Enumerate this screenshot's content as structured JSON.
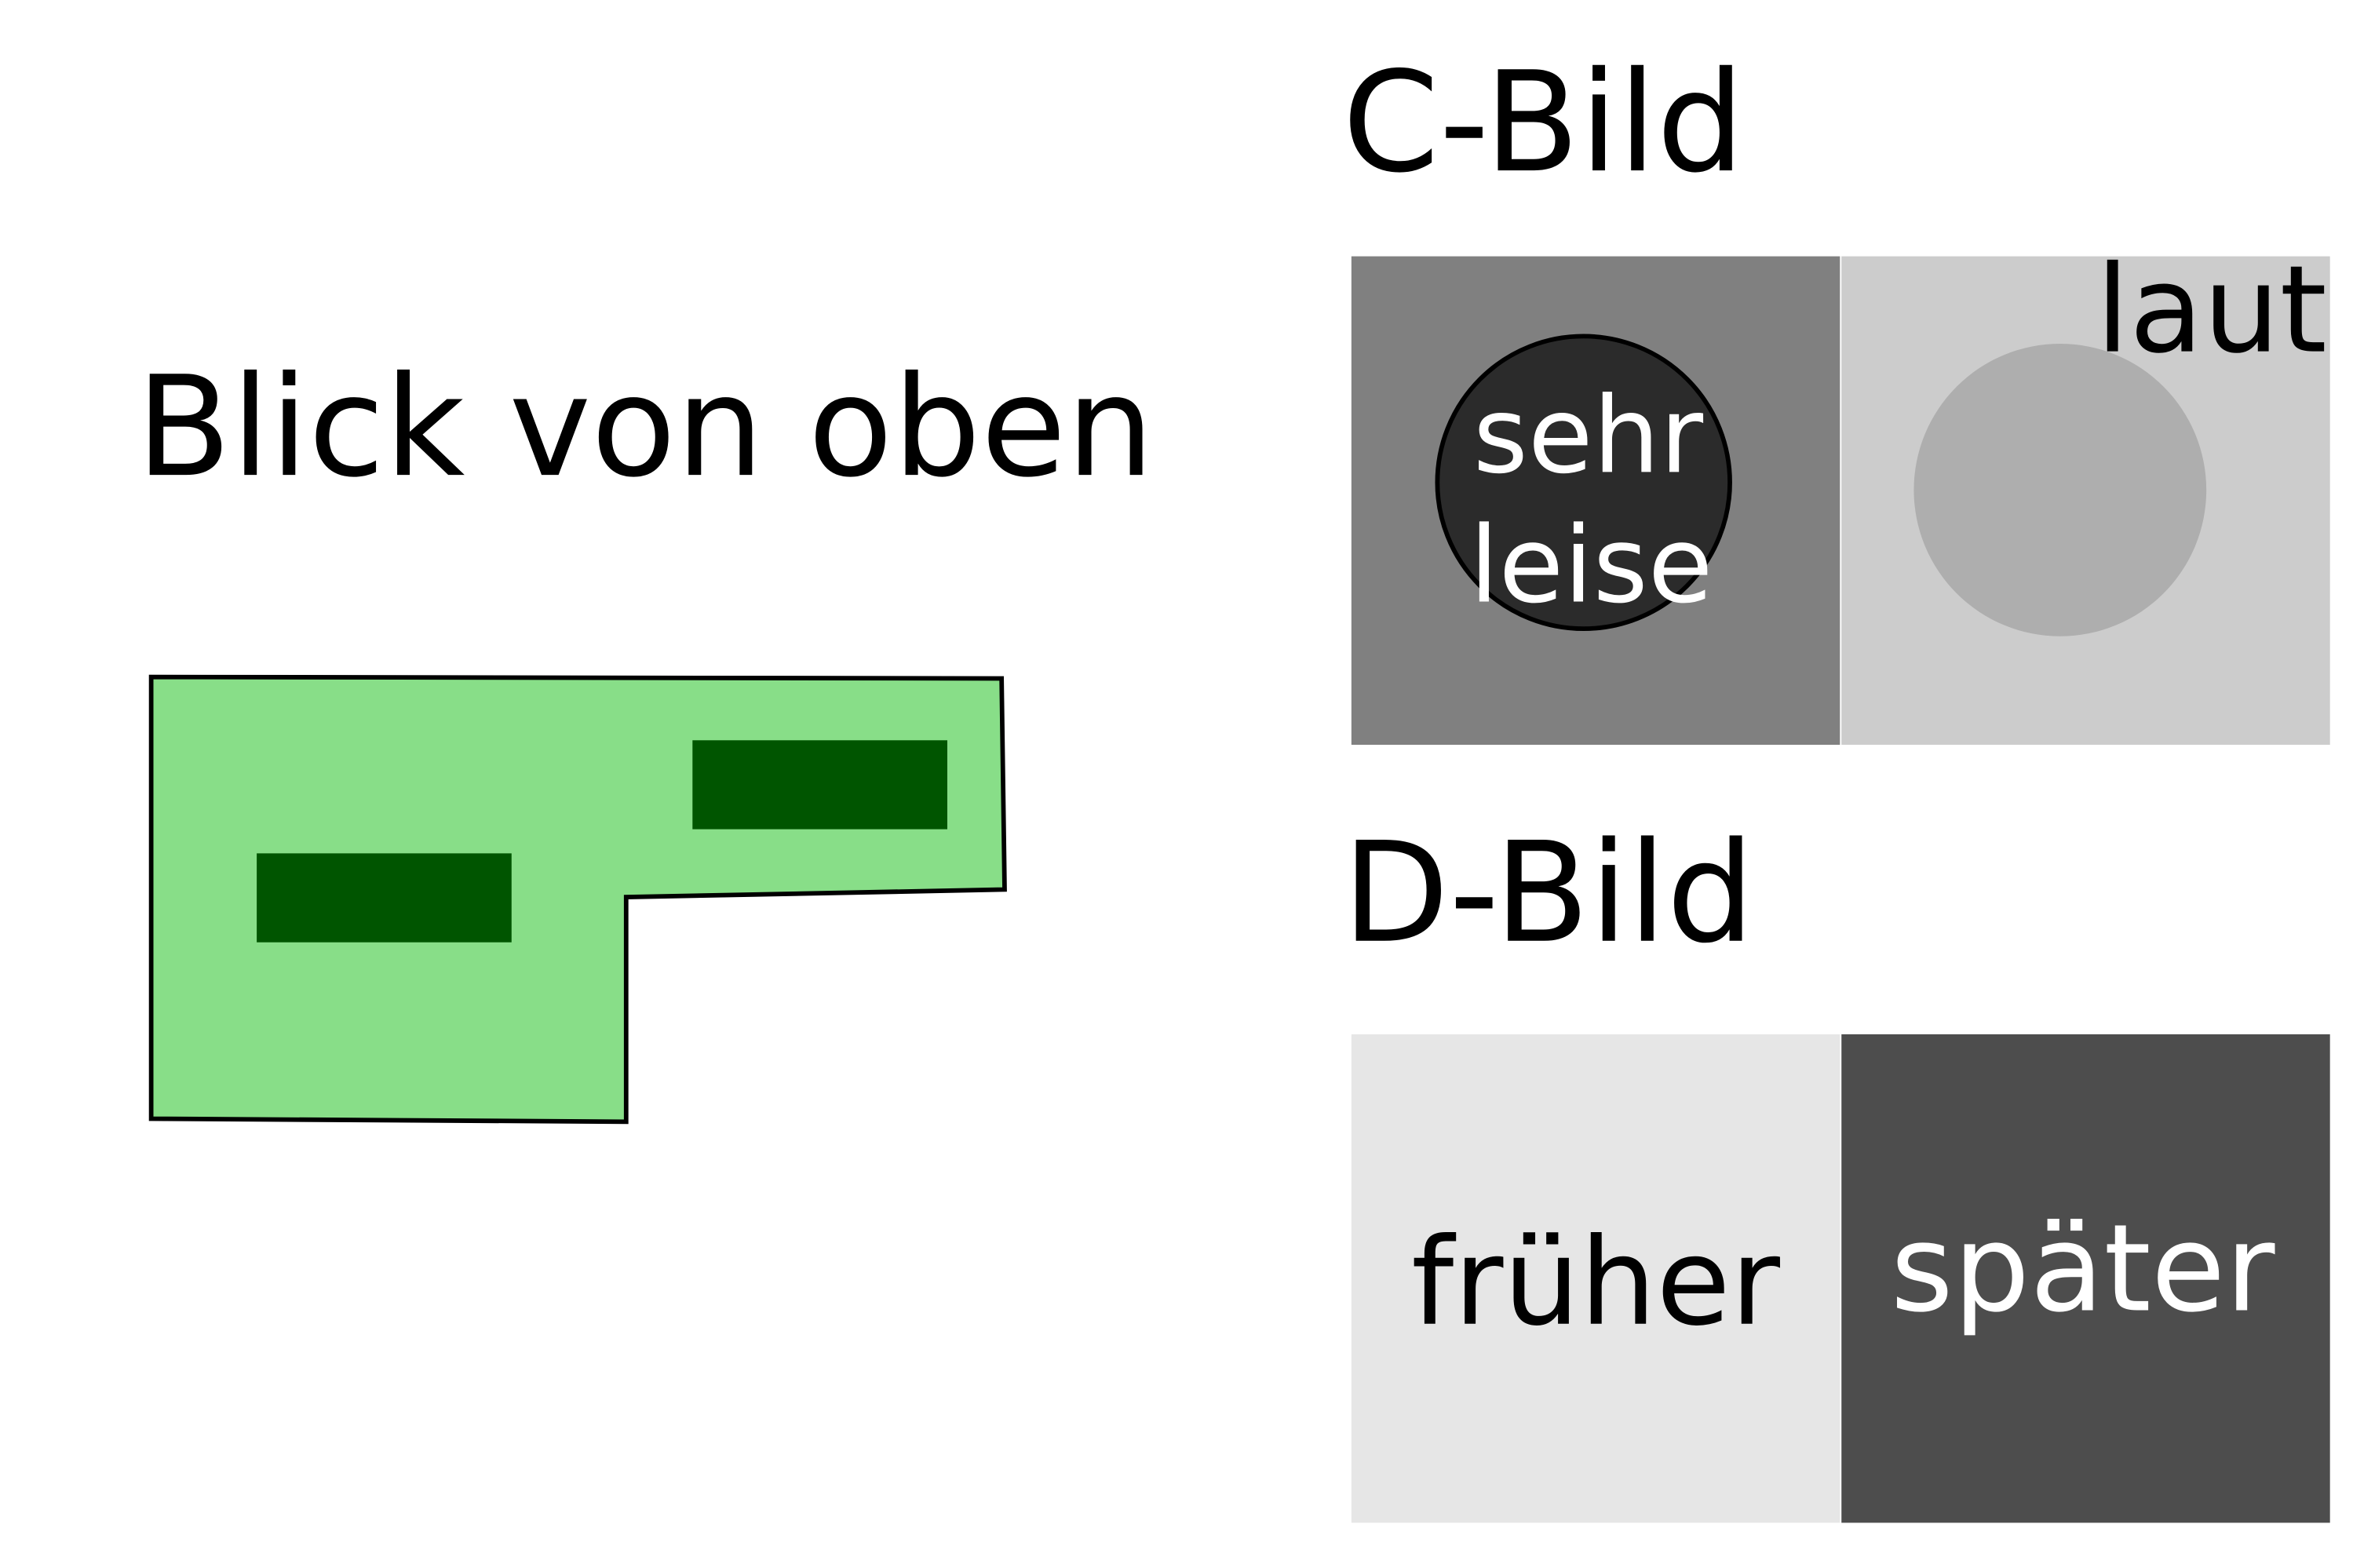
{
  "top_view": {
    "title": "Blick von oben",
    "colors": {
      "area": "#88de88",
      "blocks": "#005500",
      "outline": "#000000"
    }
  },
  "c_image": {
    "title": "C-Bild",
    "circle_label_line1": "sehr",
    "circle_label_line2": "leise",
    "right_label": "laut",
    "colors": {
      "left_panel": "#808080",
      "right_panel": "#cccccc",
      "dark_circle": "#2b2b2b",
      "light_circle": "#aeaeae"
    }
  },
  "d_image": {
    "title": "D-Bild",
    "left_label": "früher",
    "right_label": "später",
    "colors": {
      "left_panel": "#e6e6e6",
      "right_panel": "#4d4d4d"
    }
  }
}
